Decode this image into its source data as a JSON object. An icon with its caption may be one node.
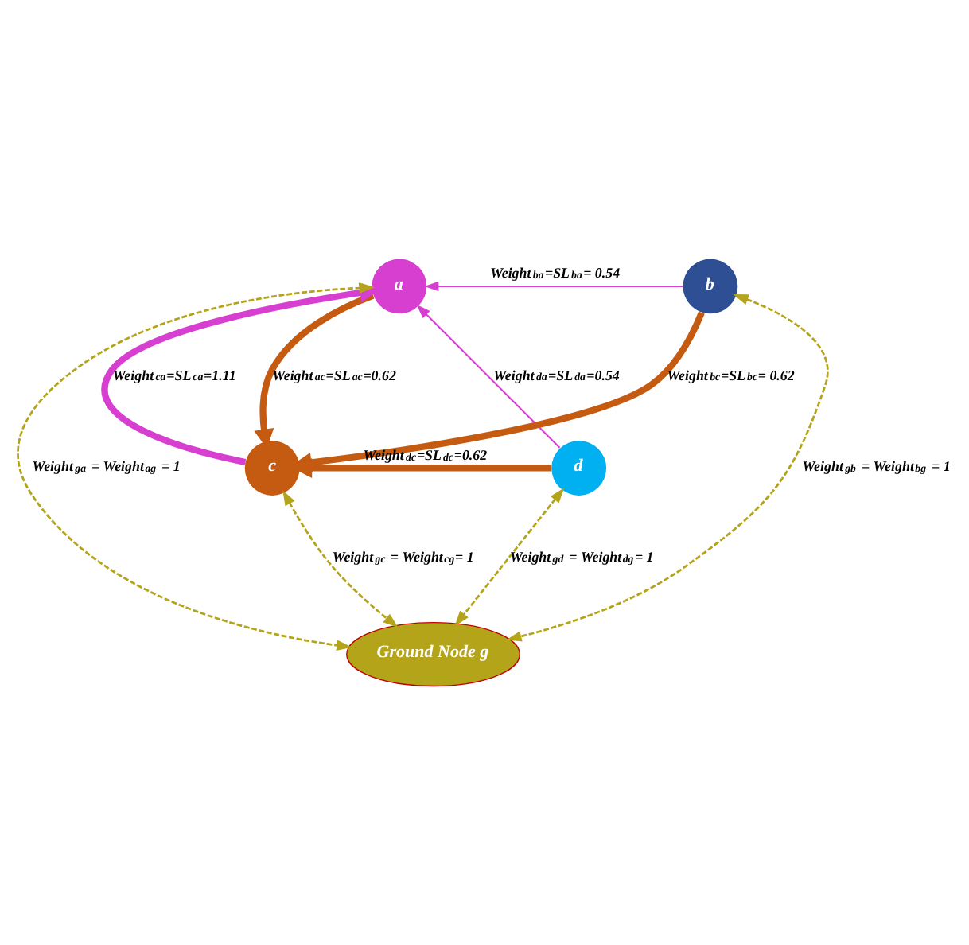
{
  "diagram": {
    "nodes": [
      {
        "text": [
          "a"
        ]
      },
      {
        "text": [
          "b"
        ]
      },
      {
        "text": [
          "c"
        ]
      },
      {
        "text": [
          "d"
        ]
      },
      {
        "text": [
          "Ground Node g"
        ]
      }
    ],
    "edges": [
      {
        "from": 1,
        "to": 0,
        "arrow": "to",
        "label": "Weight$_{ba}$=SL$_{ba}$= 0.54",
        "color": "#d63fd0"
      },
      {
        "from": 1,
        "to": 2,
        "arrow": "to",
        "label": "Weight$_{bc}$=SL$_{bc}$= 0.62",
        "style": "thick",
        "color": "#c55a11"
      },
      {
        "from": 0,
        "to": 2,
        "arrow": "to",
        "label": "Weight$_{ac}$=SL$_{ac}$=0.62",
        "style": "thick",
        "color": "#c55a11"
      },
      {
        "from": 2,
        "to": 0,
        "arrow": "to",
        "label": "Weight$_{ca}$=SL$_{ca}$=1.11",
        "style": "thick",
        "color": "#d63fd0"
      },
      {
        "from": 3,
        "to": 0,
        "arrow": "to",
        "label": "Weight$_{da}$=SL$_{da}$=0.54",
        "color": "#d63fd0"
      },
      {
        "from": 3,
        "to": 2,
        "arrow": "to",
        "label": "Weight$_{dc}$=SL$_{dc}$=0.62",
        "style": "thick",
        "color": "#c55a11"
      },
      {
        "from": 4,
        "to": 0,
        "arrow": "both",
        "label": "Weight$_{ga}$ = Weight$_{ag}$ = 1",
        "style": "dashed",
        "color": "#b4a41a"
      },
      {
        "from": 4,
        "to": 1,
        "arrow": "both",
        "label": "Weight$_{gb}$ = Weight$_{bg}$ = 1",
        "style": "dashed",
        "color": "#b4a41a"
      },
      {
        "from": 4,
        "to": 2,
        "arrow": "both",
        "label": "Weight$_{gc}$ = Weight$_{cg}$= 1",
        "style": "dashed",
        "color": "#b4a41a"
      },
      {
        "from": 4,
        "to": 3,
        "arrow": "both",
        "label": "Weight$_{gd}$ = Weight$_{dg}$= 1",
        "style": "dashed",
        "color": "#b4a41a"
      }
    ]
  }
}
